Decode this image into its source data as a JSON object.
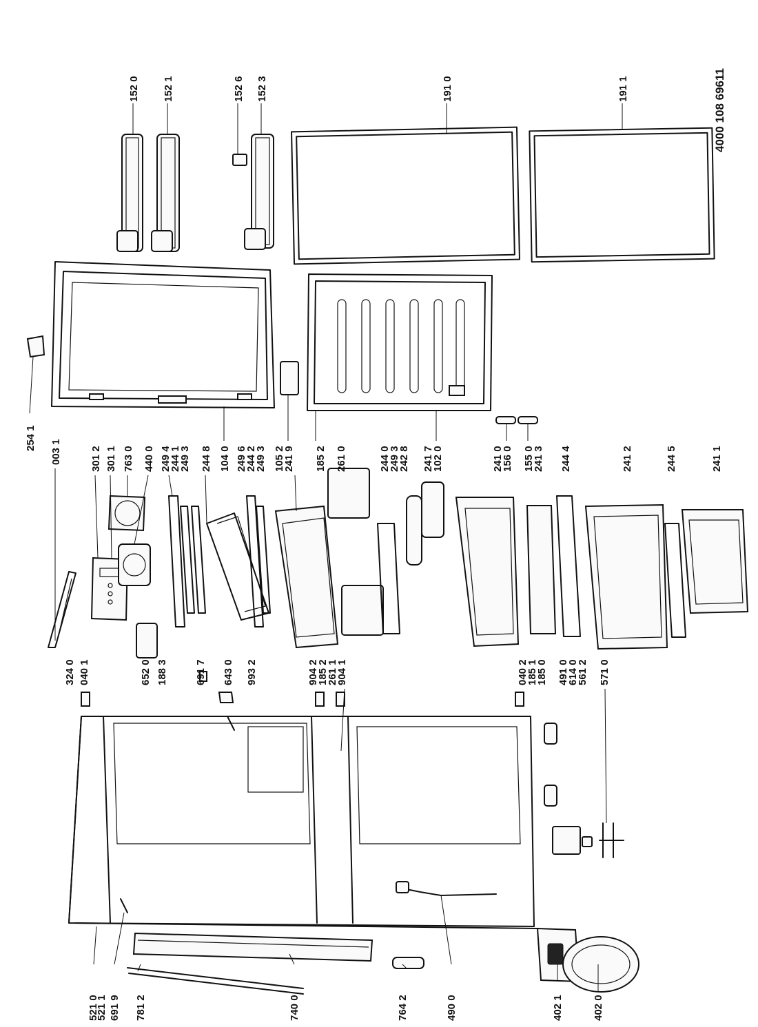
{
  "document_number": "4000 108 69611",
  "labels": {
    "p1520": "152 0",
    "p1521": "152 1",
    "p1526": "152 6",
    "p1523": "152 3",
    "p1910": "191 0",
    "p1911": "191 1",
    "p2541": "254 1",
    "p0031": "003 1",
    "p3012": "301 2",
    "p3011": "301 1",
    "p7630": "763 0",
    "p4400": "440 0",
    "p2494": "249 4",
    "p2441": "244 1",
    "p2493a": "249 3",
    "p2448": "244 8",
    "p1040": "104 0",
    "p2496": "249 6",
    "p2442": "244 2",
    "p2493b": "249 3",
    "p1052": "105 2",
    "p2419": "241 9",
    "p1852a": "185 2",
    "p2610": "261 0",
    "p2440": "244 0",
    "p2493c": "249 3",
    "p2428": "242 8",
    "p2417": "241 7",
    "p1020": "102 0",
    "p2410": "241 0",
    "p1560": "156 0",
    "p1550": "155 0",
    "p2413": "241 3",
    "p2444": "244 4",
    "p2412": "241 2",
    "p2445": "244 5",
    "p2411": "241 1",
    "p3240": "324 0",
    "p0401": "040 1",
    "p6520": "652 0",
    "p1883": "188 3",
    "p6917": "691 7",
    "p6430": "643 0",
    "p9932": "993 2",
    "p9042": "904 2",
    "p1852b": "185 2",
    "p2611": "261 1",
    "p9041": "904 1",
    "p0402": "040 2",
    "p1851": "185 1",
    "p1850": "185 0",
    "p4910": "491 0",
    "p6140": "614 0",
    "p5612": "561 2",
    "p5710": "571 0",
    "p5210": "521 0",
    "p5211": "521 1",
    "p6919": "691 9",
    "p7812": "781 2",
    "p7400": "740 0",
    "p7642": "764 2",
    "p4900": "490 0",
    "p4021": "402 1",
    "p4020": "402 0"
  }
}
